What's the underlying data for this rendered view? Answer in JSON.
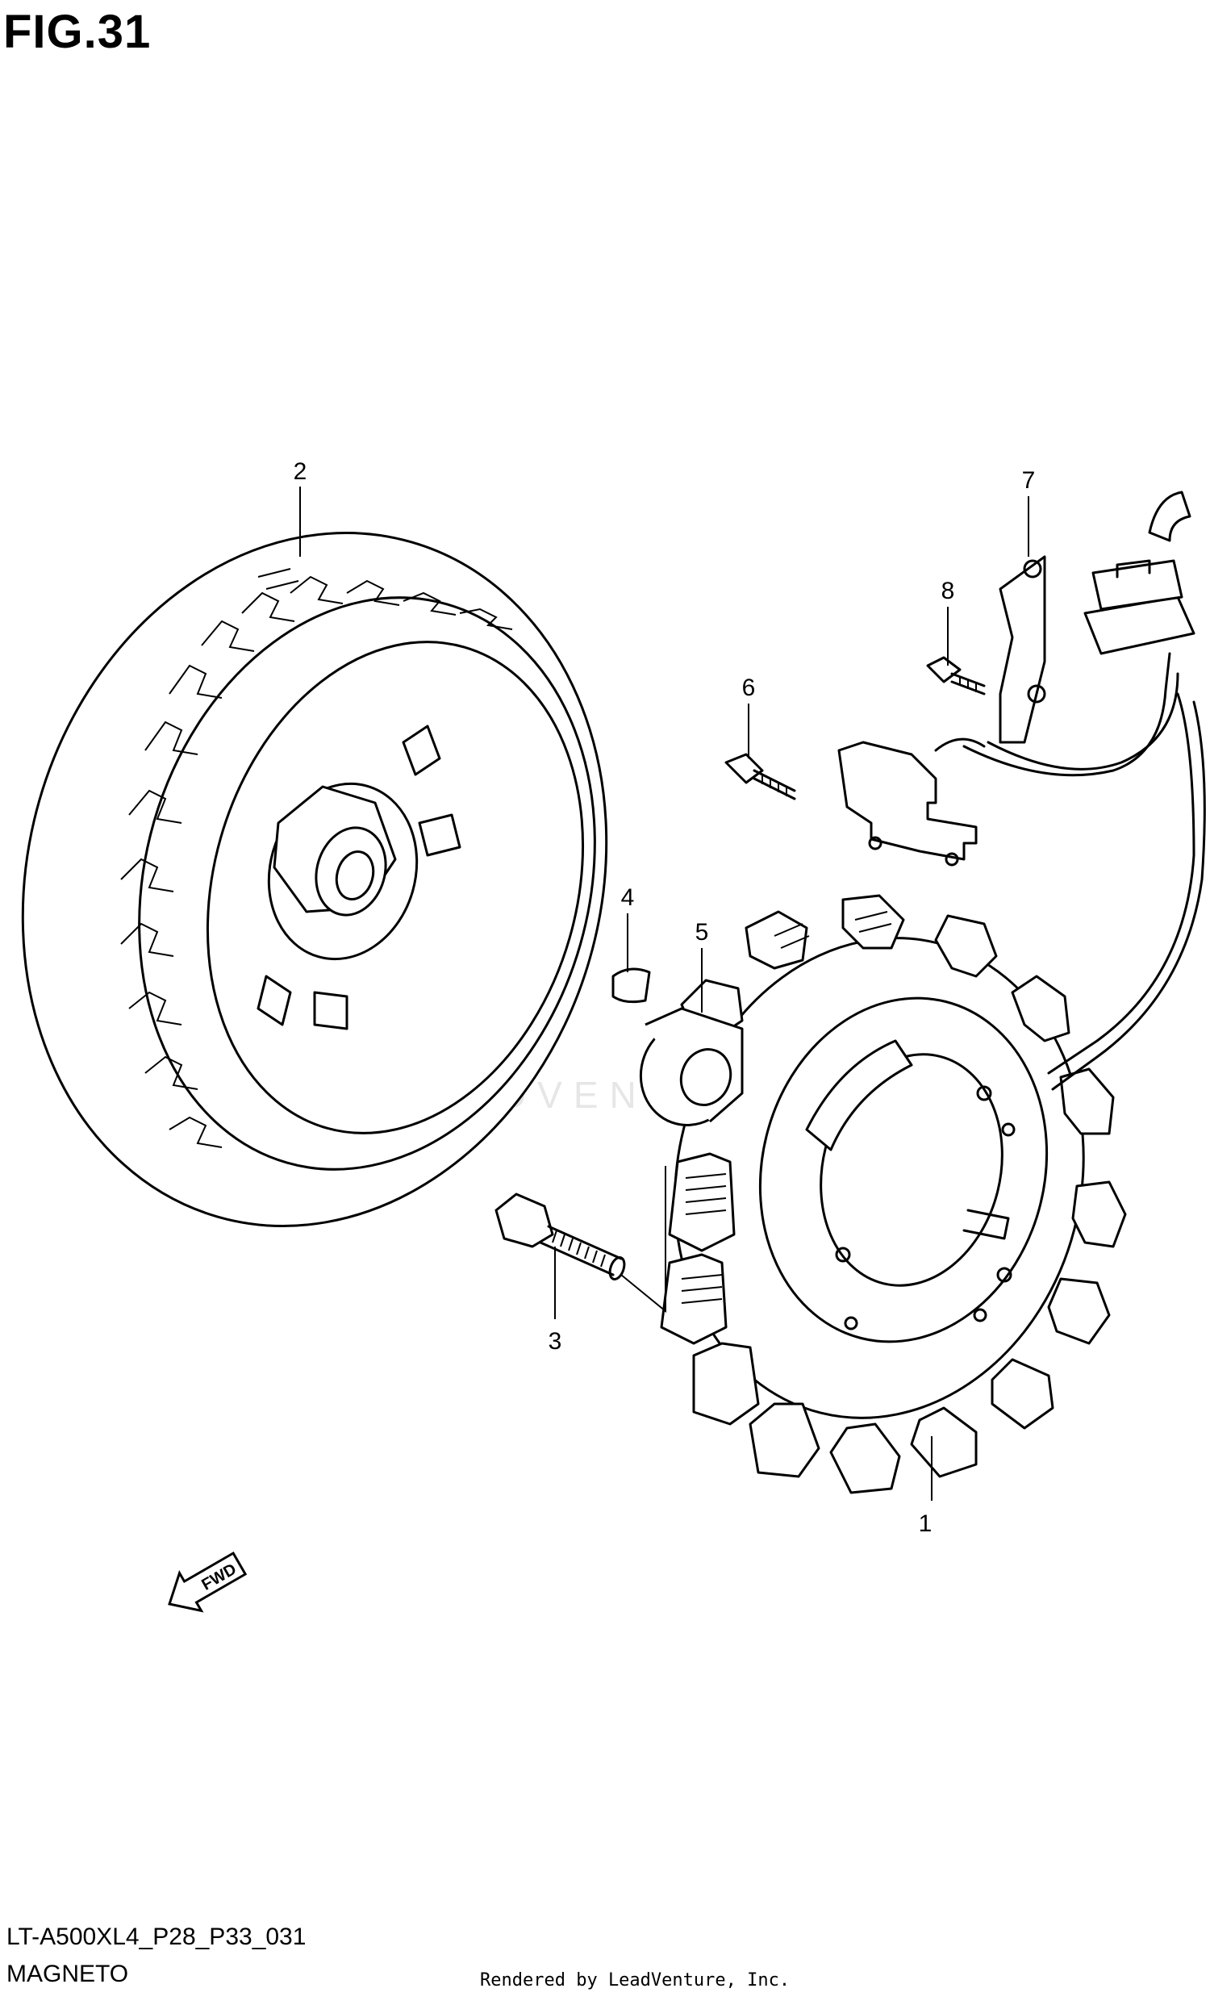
{
  "figure": {
    "title": "FIG.31",
    "diagram_code": "LT-A500XL4_P28_P33_031",
    "section_name": "MAGNETO",
    "credit": "Rendered by LeadVenture, Inc.",
    "watermark": "LEADVENTURE"
  },
  "callouts": [
    "1",
    "2",
    "3",
    "4",
    "5",
    "6",
    "7",
    "8"
  ],
  "direction_badge": "FWD"
}
